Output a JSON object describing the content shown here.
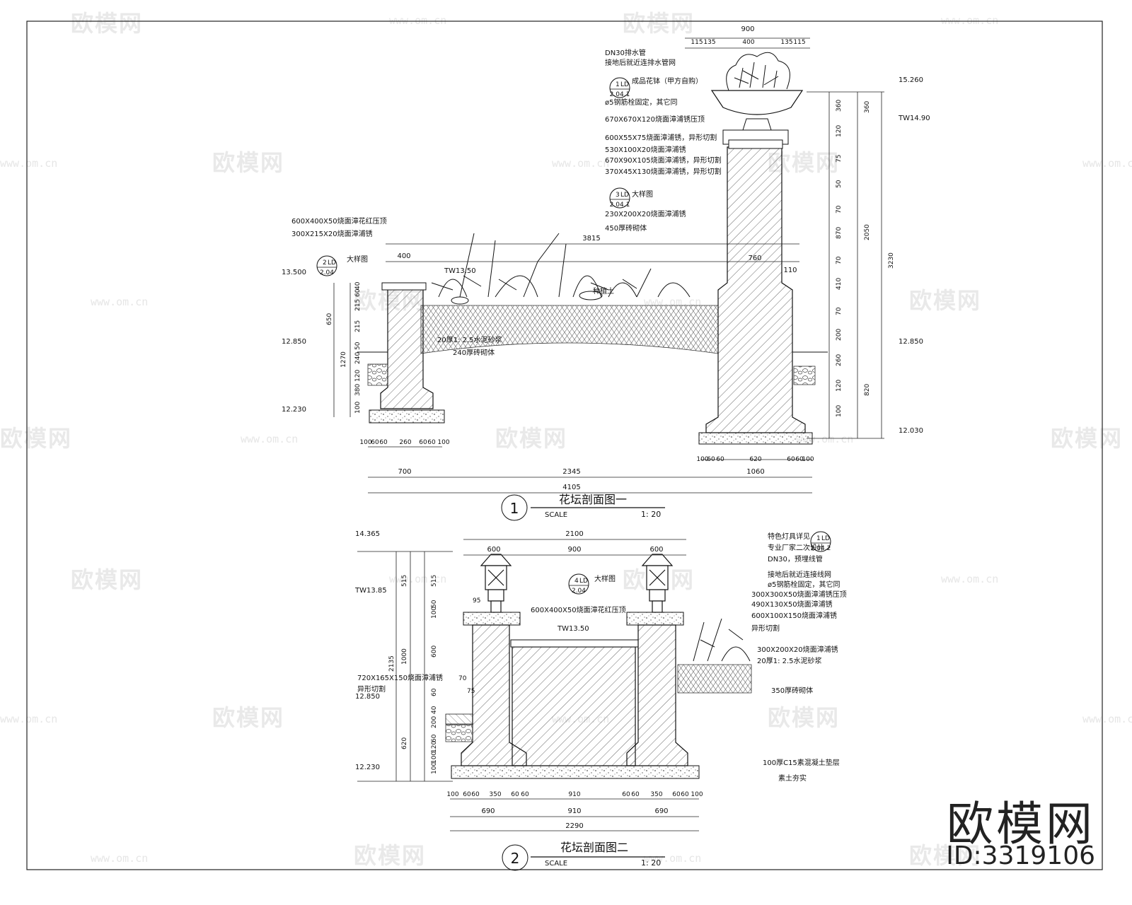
{
  "watermark": {
    "logo_text": "欧模网",
    "url_text": "www.om.cn"
  },
  "brand": {
    "name": "欧模网",
    "id": "ID:3319106"
  },
  "section1": {
    "number": "1",
    "title": "花坛剖面图一",
    "scale_label": "SCALE",
    "scale_value": "1: 20",
    "elevations": [
      "15.260",
      "TW14.90",
      "13.500",
      "TW13.50",
      "12.850",
      "12.850",
      "12.230",
      "12.030"
    ],
    "labels": [
      "DN30排水管",
      "接地后就近连排水管网",
      "成品花钵（甲方自购）",
      "ø5钢筋栓固定，其它同",
      "670X670X120烧面漳浦锈压顶",
      "600X55X75烧面漳浦锈，异形切割",
      "530X100X20烧面漳浦锈",
      "670X90X105烧面漳浦锈，异形切割",
      "370X45X130烧面漳浦锈，异形切割",
      "大样图",
      "230X200X20烧面漳浦锈",
      "450厚砖砌体",
      "600X400X50烧面漳花红压顶",
      "300X215X20烧面漳浦锈",
      "大样图",
      "20厚1: 2.5水泥砂浆",
      "240厚砖砌体",
      "种植土"
    ],
    "callouts": [
      {
        "top": "1",
        "mid": "LD",
        "bottom": "2.04.1"
      },
      {
        "top": "3",
        "mid": "LD",
        "bottom": "2.04.1"
      },
      {
        "top": "2",
        "mid": "LD",
        "bottom": "2.04"
      }
    ],
    "dims_top": [
      "900",
      "115",
      "135",
      "400",
      "135",
      "115"
    ],
    "dims_mid": [
      "3815",
      "400",
      "760",
      "110"
    ],
    "dims_right_a": [
      "360",
      "120",
      "75",
      "50",
      "70",
      "870",
      "70",
      "410",
      "70",
      "200",
      "260",
      "120",
      "100"
    ],
    "dims_right_b": [
      "360",
      "2050",
      "820",
      "3230"
    ],
    "dims_left_a": [
      "40",
      "60",
      "215",
      "215",
      "50",
      "240",
      "120",
      "380",
      "100"
    ],
    "dims_left_b": [
      "650",
      "1270"
    ],
    "dims_bottom_a": [
      "100",
      "60",
      "60",
      "260",
      "60",
      "60",
      "100",
      "100",
      "60",
      "60",
      "620",
      "60",
      "60",
      "100"
    ],
    "dims_bottom_b": [
      "700",
      "2345",
      "1060"
    ],
    "dims_bottom_total": "4105"
  },
  "section2": {
    "number": "2",
    "title": "花坛剖面图二",
    "scale_label": "SCALE",
    "scale_value": "1: 20",
    "elevations": [
      "14.365",
      "TW13.85",
      "TW13.50",
      "12.850",
      "12.230"
    ],
    "labels": [
      "特色灯具详见",
      "专业厂家二次设计",
      "DN30，预埋线管",
      "接地后就近连接线网",
      "ø5钢筋栓固定，其它同",
      "300X300X50烧面漳浦锈压顶",
      "490X130X50烧面漳浦锈",
      "600X100X150烧面漳浦锈",
      "异形切割",
      "300X200X20烧面漳浦锈",
      "20厚1: 2.5水泥砂浆",
      "350厚砖砌体",
      "100厚C15素混凝土垫层",
      "素土夯实",
      "600X400X50烧面漳花红压顶",
      "720X165X150烧面漳浦锈",
      "异形切割",
      "大样图"
    ],
    "callouts": [
      {
        "top": "1",
        "mid": "LD",
        "bottom": "2.04.2"
      },
      {
        "top": "4",
        "mid": "LD",
        "bottom": "2.04"
      }
    ],
    "dims_top": [
      "2100",
      "600",
      "900",
      "600"
    ],
    "dims_left_a": [
      "515",
      "50",
      "100",
      "600",
      "60",
      "40",
      "200",
      "60",
      "120",
      "100",
      "100"
    ],
    "dims_left_b": [
      "515",
      "1000",
      "620",
      "2135"
    ],
    "dims_small": [
      "95",
      "70",
      "75"
    ],
    "dims_bottom_a": [
      "100",
      "60",
      "60",
      "350",
      "60",
      "60",
      "910",
      "60",
      "60",
      "350",
      "60",
      "60",
      "100"
    ],
    "dims_bottom_b": [
      "690",
      "910",
      "690"
    ],
    "dims_bottom_total": "2290"
  }
}
